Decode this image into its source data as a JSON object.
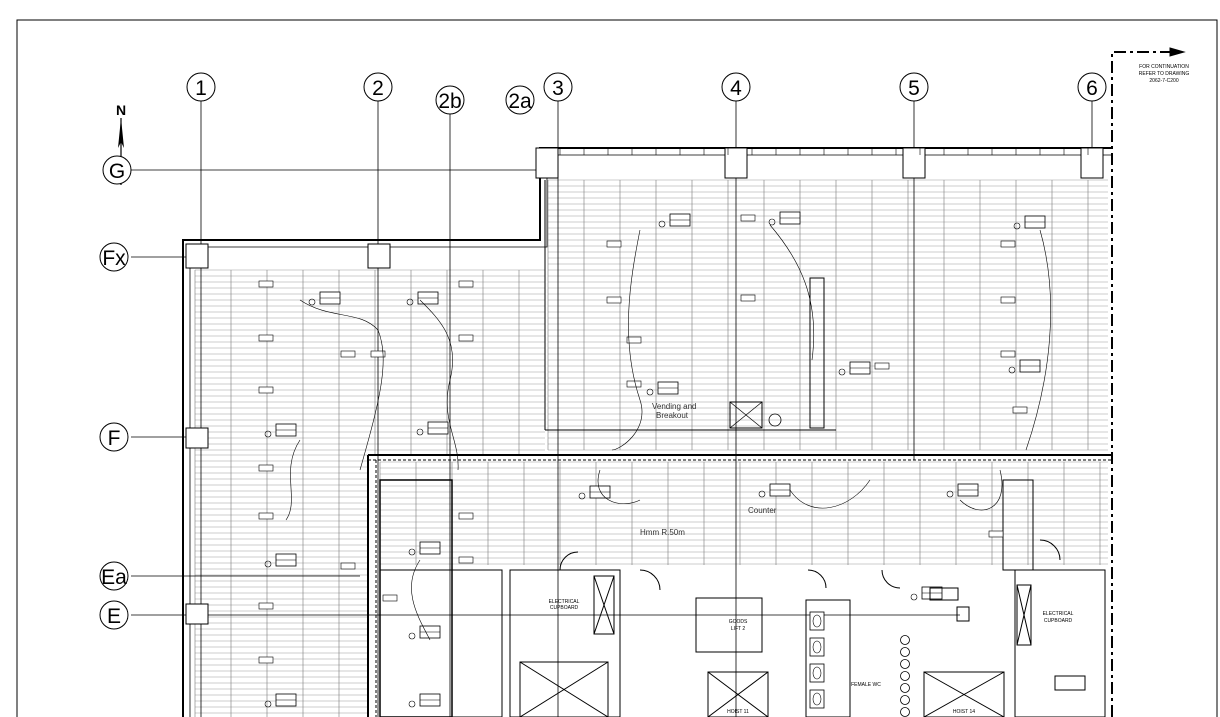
{
  "north": {
    "label": "N"
  },
  "grids": {
    "columns": [
      "1",
      "2",
      "2b",
      "2a",
      "3",
      "4",
      "5",
      "6"
    ],
    "rows": [
      "G",
      "Fx",
      "F",
      "Ea",
      "E"
    ]
  },
  "continuation_note": {
    "line1": "FOR CONTINUATION",
    "line2": "REFER TO DRAWING",
    "line3": "2062-7-C200"
  },
  "annotations": {
    "vending": "Vending and",
    "breakout": "Breakout",
    "counter": "Counter",
    "radius": "Hmm R.50m"
  },
  "rooms": {
    "electrical_cupboard_left": [
      "ELECTRICAL",
      "CUPBOARD"
    ],
    "electrical_cupboard_right": [
      "ELECTRICAL",
      "CUPBOARD"
    ],
    "goods_lift": [
      "GOODS",
      "LIFT 2"
    ],
    "female_wc": "FEMALE WC",
    "lift_left": "HOIST 11",
    "lift_right": "HOIST 14"
  },
  "colors": {
    "line": "#000000",
    "background": "#ffffff"
  }
}
